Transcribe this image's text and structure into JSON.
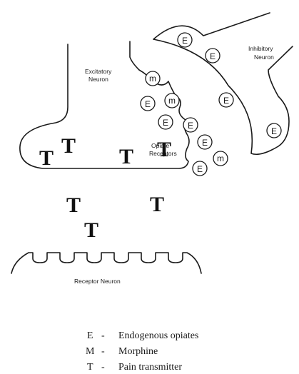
{
  "labels": {
    "excitatory_neuron_line1": "Excitatory",
    "excitatory_neuron_line2": "Neuron",
    "inhibitory_neuron_line1": "Inhibitory",
    "inhibitory_neuron_line2": "Neuron",
    "opiate_receptors_line1": "Opiate",
    "opiate_receptors_line2": "Receptors",
    "receptor_neuron": "Receptor Neuron"
  },
  "molecules": {
    "endogenous_symbol": "E",
    "morphine_symbol": "m",
    "transmitter_symbol": "T"
  },
  "legend": [
    {
      "symbol": "E",
      "dash": "-",
      "text": "Endogenous opiates"
    },
    {
      "symbol": "M",
      "dash": "-",
      "text": "Morphine"
    },
    {
      "symbol": "T",
      "dash": "-",
      "text": "Pain transmitter"
    }
  ]
}
